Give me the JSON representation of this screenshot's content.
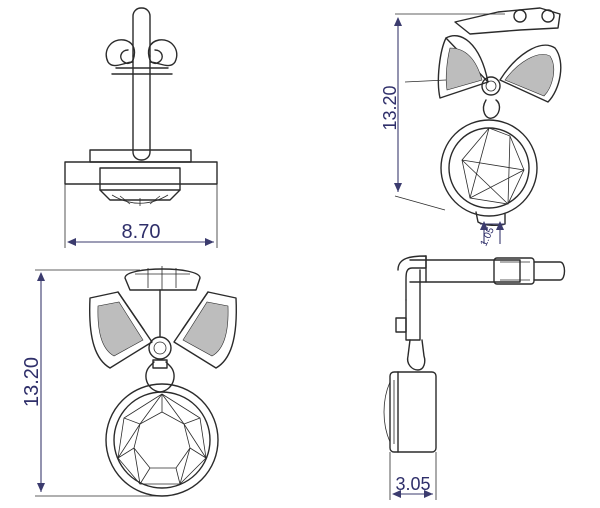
{
  "dimensions": {
    "front_width": "8.70",
    "top_right_height": "13.20",
    "top_right_small": "1.05",
    "front_height": "13.20",
    "side_thickness": "3.05"
  },
  "colors": {
    "line": "#2b2b2b",
    "dimension": "#2f2f6a",
    "pave_fill": "#bdbdbd"
  }
}
